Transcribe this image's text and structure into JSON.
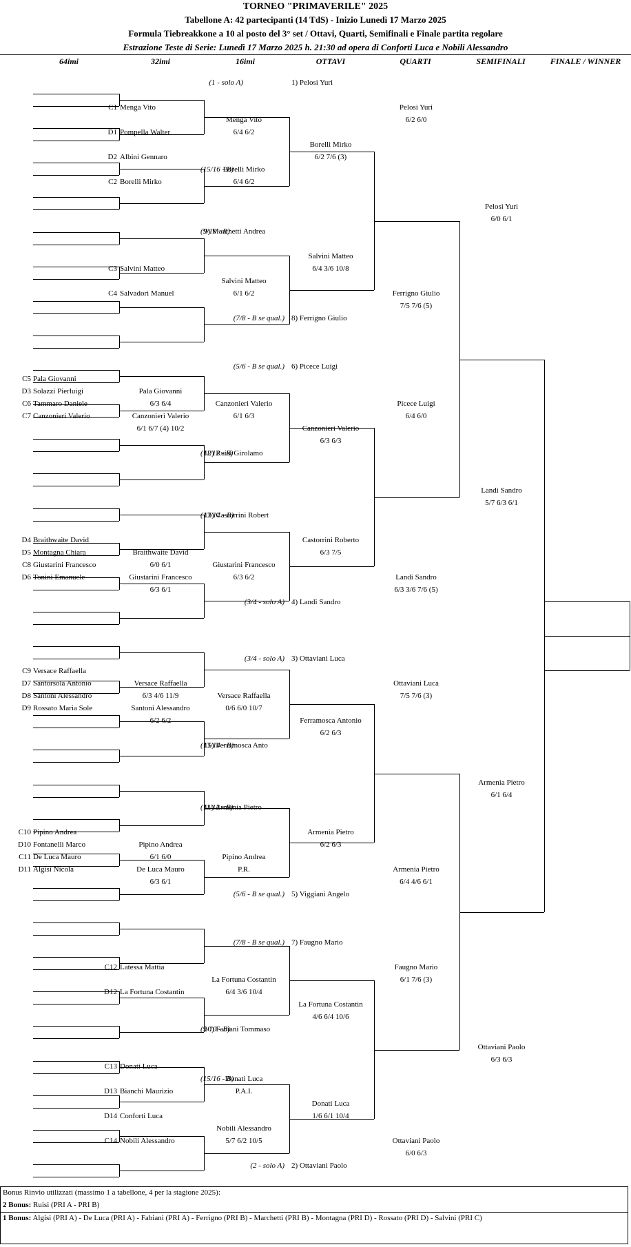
{
  "header": {
    "title": "TORNEO  \"PRIMAVERILE\"  2025",
    "line1": "Tabellone A: 42 partecipanti (14 TdS) - Inizio Lunedì 17 Marzo 2025",
    "line2": "Formula Tiebreakkone a 10 al posto del 3° set / Ottavi, Quarti, Semifinali e Finale partita regolare",
    "line3": "Estrazione Teste di Serie: Lunedì 17 Marzo 2025 h. 21:30 ad opera di Conforti Luca e Nobili Alessandro"
  },
  "columns": [
    "64imi",
    "32imi",
    "16imi",
    "OTTAVI",
    "QUARTI",
    "SEMIFINALI",
    "FINALE / WINNER"
  ],
  "bracket_text": [
    [
      "(1 - solo A)",
      353,
      127,
      "r"
    ],
    [
      "1) Pelosi Yuri",
      423,
      127,
      "l"
    ],
    [
      "C1",
      170,
      163,
      "r"
    ],
    [
      "Menga Vito",
      174,
      163,
      "l"
    ],
    [
      "Menga Vito",
      354,
      181,
      "c"
    ],
    [
      "6/4  6/2",
      354,
      199,
      "c"
    ],
    [
      "D1",
      170,
      199,
      "r"
    ],
    [
      "Pompella Walter",
      174,
      199,
      "l"
    ],
    [
      "D2",
      170,
      235,
      "r"
    ],
    [
      "Albini Gennaro",
      174,
      235,
      "l"
    ],
    [
      "(15/16 - B)",
      291,
      253,
      "l"
    ],
    [
      "Borelli Mirko",
      354,
      253,
      "c"
    ],
    [
      "6/4  6/2",
      354,
      271,
      "c"
    ],
    [
      "C2",
      170,
      271,
      "r"
    ],
    [
      "Borelli Mirko",
      174,
      271,
      "l"
    ],
    [
      "Borelli Mirko",
      480,
      217,
      "c"
    ],
    [
      "6/2  7/6 (3)",
      480,
      235,
      "c"
    ],
    [
      "Pelosi Yuri",
      604,
      163,
      "c"
    ],
    [
      "6/2  6/0",
      604,
      181,
      "c"
    ],
    [
      "(9/10 - B)",
      291,
      343,
      "l"
    ],
    [
      "9) Marchetti Andrea",
      296,
      343,
      "l"
    ],
    [
      "C3",
      170,
      397,
      "r"
    ],
    [
      "Salvini Matteo",
      174,
      397,
      "l"
    ],
    [
      "Salvini Matteo",
      354,
      415,
      "c"
    ],
    [
      "6/1  6/2",
      354,
      433,
      "c"
    ],
    [
      "C4",
      170,
      433,
      "r"
    ],
    [
      "Salvadori Manuel",
      174,
      433,
      "l"
    ],
    [
      "Salvini Matteo",
      480,
      379,
      "c"
    ],
    [
      "6/4  3/6  10/8",
      480,
      397,
      "c"
    ],
    [
      "(7/8 - B se qual.)",
      413,
      469,
      "r"
    ],
    [
      "8) Ferrigno Giulio",
      423,
      469,
      "l"
    ],
    [
      "Ferrigno Giulio",
      604,
      433,
      "c"
    ],
    [
      "7/5  7/6 (5)",
      604,
      451,
      "c"
    ],
    [
      "Pelosi Yuri",
      728,
      307,
      "c"
    ],
    [
      "6/0  6/1",
      728,
      325,
      "c"
    ],
    [
      "(5/6 - B se qual.)",
      413,
      539,
      "r"
    ],
    [
      "6) Picece Luigi",
      423,
      539,
      "l"
    ],
    [
      "C5",
      45,
      557,
      "r"
    ],
    [
      "Pala Giovanni",
      48,
      557,
      "l"
    ],
    [
      "D3",
      45,
      575,
      "r"
    ],
    [
      "Solazzi Pierluigi",
      48,
      575,
      "l"
    ],
    [
      "C6",
      45,
      593,
      "r"
    ],
    [
      "Tammaro Daniele",
      48,
      593,
      "l"
    ],
    [
      "C7",
      45,
      611,
      "r"
    ],
    [
      "Canzonieri Valerio",
      48,
      611,
      "l"
    ],
    [
      "Pala Giovanni",
      233,
      575,
      "c"
    ],
    [
      "6/3  6/4",
      233,
      593,
      "c"
    ],
    [
      "Canzonieri Valerio",
      233,
      611,
      "c"
    ],
    [
      "6/1  6/7 (4)  10/2",
      233,
      629,
      "c"
    ],
    [
      "Canzonieri Valerio",
      354,
      593,
      "c"
    ],
    [
      "6/1  6/3",
      354,
      611,
      "c"
    ],
    [
      "(11/12 - B)",
      291,
      665,
      "l"
    ],
    [
      "12) Ruisi Girolamo",
      296,
      665,
      "l"
    ],
    [
      "Canzonieri Valerio",
      480,
      629,
      "c"
    ],
    [
      "6/3  6/3",
      480,
      647,
      "c"
    ],
    [
      "Picece Luigi",
      604,
      593,
      "c"
    ],
    [
      "6/4  6/0",
      604,
      611,
      "c"
    ],
    [
      "(13/14 - B)",
      291,
      755,
      "l"
    ],
    [
      "13) Castorrini Robert",
      296,
      755,
      "l"
    ],
    [
      "D4",
      45,
      791,
      "r"
    ],
    [
      "Braithwaite David",
      48,
      791,
      "l"
    ],
    [
      "D5",
      45,
      809,
      "r"
    ],
    [
      "Montagna Chiara",
      48,
      809,
      "l"
    ],
    [
      "C8",
      45,
      827,
      "r"
    ],
    [
      "Giustarini Francesco",
      48,
      827,
      "l"
    ],
    [
      "D6",
      45,
      845,
      "r"
    ],
    [
      "Tonini Emanuele",
      48,
      845,
      "l"
    ],
    [
      "Braithwaite David",
      233,
      809,
      "c"
    ],
    [
      "6/0  6/1",
      233,
      827,
      "c"
    ],
    [
      "Giustarini Francesco",
      233,
      845,
      "c"
    ],
    [
      "6/3  6/1",
      233,
      863,
      "c"
    ],
    [
      "Giustarini Francesco",
      354,
      827,
      "c"
    ],
    [
      "6/3  6/2",
      354,
      845,
      "c"
    ],
    [
      "Castorrini Roberto",
      480,
      791,
      "c"
    ],
    [
      "6/3  7/5",
      480,
      809,
      "c"
    ],
    [
      "(3/4 - solo A)",
      413,
      881,
      "r"
    ],
    [
      "4) Landi Sandro",
      423,
      881,
      "l"
    ],
    [
      "Landi Sandro",
      604,
      845,
      "c"
    ],
    [
      "6/3  3/6  7/6 (5)",
      604,
      863,
      "c"
    ],
    [
      "Landi Sandro",
      728,
      719,
      "c"
    ],
    [
      "5/7  6/3  6/1",
      728,
      737,
      "c"
    ],
    [
      "(3/4 - solo A)",
      413,
      963,
      "r"
    ],
    [
      "3) Ottaviani Luca",
      423,
      963,
      "l"
    ],
    [
      "C9",
      45,
      981,
      "r"
    ],
    [
      "Versace Raffaella",
      48,
      981,
      "l"
    ],
    [
      "D7",
      45,
      999,
      "r"
    ],
    [
      "Santorsola Antonio",
      48,
      999,
      "l"
    ],
    [
      "D8",
      45,
      1017,
      "r"
    ],
    [
      "Santoni Alessandro",
      48,
      1017,
      "l"
    ],
    [
      "D9",
      45,
      1035,
      "r"
    ],
    [
      "Rossato Maria Sole",
      48,
      1035,
      "l"
    ],
    [
      "Versace Raffaella",
      233,
      999,
      "c"
    ],
    [
      "6/3  4/6  11/9",
      233,
      1017,
      "c"
    ],
    [
      "Santoni Alessandro",
      233,
      1035,
      "c"
    ],
    [
      "6/2  6/2",
      233,
      1053,
      "c"
    ],
    [
      "Versace Raffaella",
      354,
      1017,
      "c"
    ],
    [
      "0/6  6/0  10/7",
      354,
      1035,
      "c"
    ],
    [
      "(13/14 - B)",
      291,
      1089,
      "l"
    ],
    [
      "15) Ferramosca Anto",
      296,
      1089,
      "l"
    ],
    [
      "Ferramosca Antonio",
      480,
      1053,
      "c"
    ],
    [
      "6/2  6/3",
      480,
      1071,
      "c"
    ],
    [
      "Ottaviani Luca",
      604,
      999,
      "c"
    ],
    [
      "7/5  7/6 (3)",
      604,
      1017,
      "c"
    ],
    [
      "(11/12 - B)",
      291,
      1179,
      "l"
    ],
    [
      "11) Armenia Pietro",
      296,
      1179,
      "l"
    ],
    [
      "C10",
      45,
      1215,
      "r"
    ],
    [
      "Pipino Andrea",
      48,
      1215,
      "l"
    ],
    [
      "D10",
      45,
      1233,
      "r"
    ],
    [
      "Fontanelli Marco",
      48,
      1233,
      "l"
    ],
    [
      "C11",
      45,
      1251,
      "r"
    ],
    [
      "De Luca Mauro",
      48,
      1251,
      "l"
    ],
    [
      "D11",
      45,
      1269,
      "r"
    ],
    [
      "Algisi Nicola",
      48,
      1269,
      "l"
    ],
    [
      "Pipino Andrea",
      233,
      1233,
      "c"
    ],
    [
      "6/1  6/0",
      233,
      1251,
      "c"
    ],
    [
      "De Luca Mauro",
      233,
      1269,
      "c"
    ],
    [
      "6/3  6/1",
      233,
      1287,
      "c"
    ],
    [
      "Pipino Andrea",
      354,
      1251,
      "c"
    ],
    [
      "P.R.",
      354,
      1269,
      "c"
    ],
    [
      "Armenia Pietro",
      480,
      1215,
      "c"
    ],
    [
      "6/2  6/3",
      480,
      1233,
      "c"
    ],
    [
      "(5/6 - B se qual.)",
      413,
      1305,
      "r"
    ],
    [
      "5) Viggiani Angelo",
      423,
      1305,
      "l"
    ],
    [
      "Armenia Pietro",
      604,
      1269,
      "c"
    ],
    [
      "6/4  4/6  6/1",
      604,
      1287,
      "c"
    ],
    [
      "Armenia Pietro",
      728,
      1143,
      "c"
    ],
    [
      "6/1  6/4",
      728,
      1161,
      "c"
    ],
    [
      "(7/8 - B se qual.)",
      413,
      1375,
      "r"
    ],
    [
      "7) Faugno Mario",
      423,
      1375,
      "l"
    ],
    [
      "C12",
      170,
      1411,
      "r"
    ],
    [
      "Latessa Mattia",
      174,
      1411,
      "l"
    ],
    [
      "La Fortuna Costantin",
      354,
      1429,
      "c"
    ],
    [
      "6/4  3/6  10/4",
      354,
      1447,
      "c"
    ],
    [
      "D12",
      170,
      1447,
      "r"
    ],
    [
      "La Fortuna Costantin",
      174,
      1447,
      "l"
    ],
    [
      "(9/10 - B)",
      291,
      1501,
      "l"
    ],
    [
      "10) Fabiani Tommaso",
      296,
      1501,
      "l"
    ],
    [
      "La Fortuna Costantin",
      480,
      1465,
      "c"
    ],
    [
      "4/6  6/4  10/6",
      480,
      1483,
      "c"
    ],
    [
      "Faugno Mario",
      604,
      1411,
      "c"
    ],
    [
      "6/1  7/6 (3)",
      604,
      1429,
      "c"
    ],
    [
      "C13",
      170,
      1555,
      "r"
    ],
    [
      "Donati Luca",
      174,
      1555,
      "l"
    ],
    [
      "(15/16 - B)",
      291,
      1573,
      "l"
    ],
    [
      "Donati Luca",
      354,
      1573,
      "c"
    ],
    [
      "P.A.I.",
      354,
      1591,
      "c"
    ],
    [
      "D13",
      170,
      1591,
      "r"
    ],
    [
      "Bianchi Maurizio",
      174,
      1591,
      "l"
    ],
    [
      "C14",
      170,
      1663,
      "r"
    ],
    [
      "Nobili Alessandro",
      174,
      1663,
      "l"
    ],
    [
      "D14",
      170,
      1627,
      "r"
    ],
    [
      "Conforti Luca",
      174,
      1627,
      "l"
    ],
    [
      "Nobili Alessandro",
      354,
      1645,
      "c"
    ],
    [
      "5/7  6/2  10/5",
      354,
      1663,
      "c"
    ],
    [
      "Donati Luca",
      480,
      1609,
      "c"
    ],
    [
      "1/6  6/1  10/4",
      480,
      1627,
      "c"
    ],
    [
      "(2 - solo A)",
      413,
      1699,
      "r"
    ],
    [
      "2) Ottaviani Paolo",
      423,
      1699,
      "l"
    ],
    [
      "Ottaviani Paolo",
      604,
      1663,
      "c"
    ],
    [
      "6/0  6/3",
      604,
      1681,
      "c"
    ],
    [
      "Ottaviani Paolo",
      728,
      1527,
      "c"
    ],
    [
      "6/3  6/3",
      728,
      1545,
      "c"
    ]
  ],
  "bonus": {
    "title": "Bonus Rinvio utilizzati (massimo 1 a tabellone, 4 per la stagione 2025):",
    "b2_label": "2 Bonus:",
    "b2_text": "Ruisi (PRI A - PRI B)",
    "b1_label": "1 Bonus:",
    "b1_text": "Algisi (PRI A) - De Luca (PRI A) - Fabiani (PRI A) - Ferrigno (PRI B) - Marchetti (PRI B) - Montagna (PRI D) - Rossato (PRI D) - Salvini (PRI C)"
  }
}
